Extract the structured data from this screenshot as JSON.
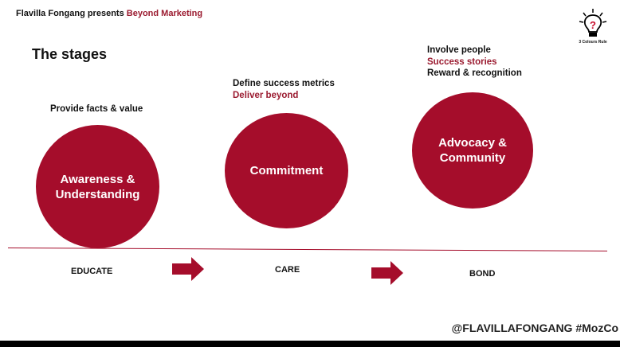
{
  "header": {
    "presenter": "Flavilla Fongang presents ",
    "brand": "Beyond Marketing"
  },
  "title": "The stages",
  "logo": {
    "caption": "3 Colours Rule",
    "icon": "lightbulb-icon"
  },
  "stages": [
    {
      "notes": [
        {
          "text": "Provide facts & value",
          "accent": false
        }
      ],
      "circle": "Awareness &\nUnderstanding",
      "label": "EDUCATE"
    },
    {
      "notes": [
        {
          "text": "Define success metrics",
          "accent": false
        },
        {
          "text": "Deliver beyond",
          "accent": true
        }
      ],
      "circle": "Commitment",
      "label": "CARE"
    },
    {
      "notes": [
        {
          "text": "Involve people",
          "accent": false
        },
        {
          "text": "Success stories",
          "accent": true
        },
        {
          "text": "Reward & recognition",
          "accent": false
        }
      ],
      "circle": "Advocacy &\nCommunity",
      "label": "BOND"
    }
  ],
  "footer": "@FLAVILLAFONGANG #MozCo",
  "colors": {
    "accent": "#9b1b30",
    "circle": "#a50d2b"
  }
}
